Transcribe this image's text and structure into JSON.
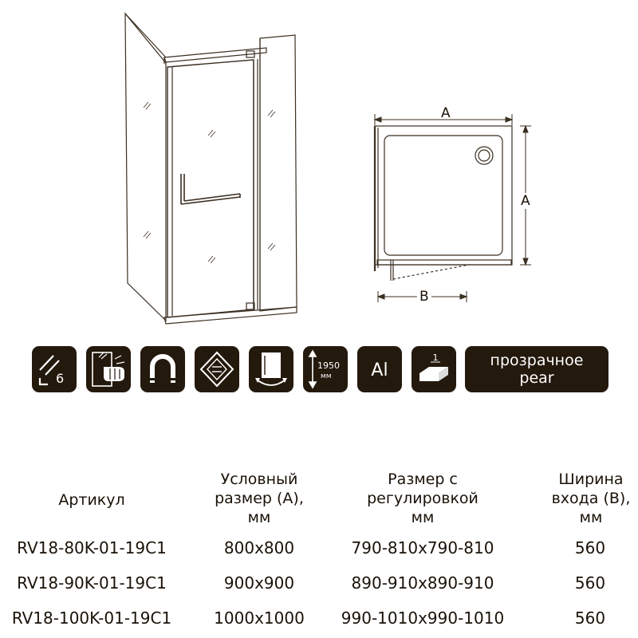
{
  "colors": {
    "ink": "#24190d",
    "line": "#3b2f22",
    "paper": "#ffffff"
  },
  "top_view": {
    "dim_a_top": "A",
    "dim_a_side": "A",
    "dim_b": "B"
  },
  "icons": [
    {
      "name": "glass-thickness-icon",
      "label": "6"
    },
    {
      "name": "tempered-glass-impact-icon",
      "label": ""
    },
    {
      "name": "magnetic-seal-icon",
      "label": ""
    },
    {
      "name": "easy-clean-coating-icon",
      "label": ""
    },
    {
      "name": "reversible-door-icon",
      "label": ""
    },
    {
      "name": "height-icon",
      "label": "1950",
      "unit": "мм"
    },
    {
      "name": "aluminium-profile-icon",
      "label": "Al"
    },
    {
      "name": "shower-tray-icon",
      "label": "1"
    }
  ],
  "glass": {
    "line1": "прозрачное",
    "line2": "pear"
  },
  "table": {
    "headers": {
      "article": [
        "Артикул"
      ],
      "nominal": [
        "Условный",
        "размер (A),",
        "мм"
      ],
      "adjust": [
        "Размер с",
        "регулировкой",
        "мм"
      ],
      "entry": [
        "Ширина",
        "входа (B),",
        "мм"
      ]
    },
    "rows": [
      {
        "article": "RV18-80K-01-19C1",
        "nominal": "800х800",
        "adjust": "790-810х790-810",
        "entry": "560"
      },
      {
        "article": "RV18-90K-01-19C1",
        "nominal": "900х900",
        "adjust": "890-910х890-910",
        "entry": "560"
      },
      {
        "article": "RV18-100K-01-19C1",
        "nominal": "1000х1000",
        "adjust": "990-1010х990-1010",
        "entry": "560"
      }
    ]
  }
}
